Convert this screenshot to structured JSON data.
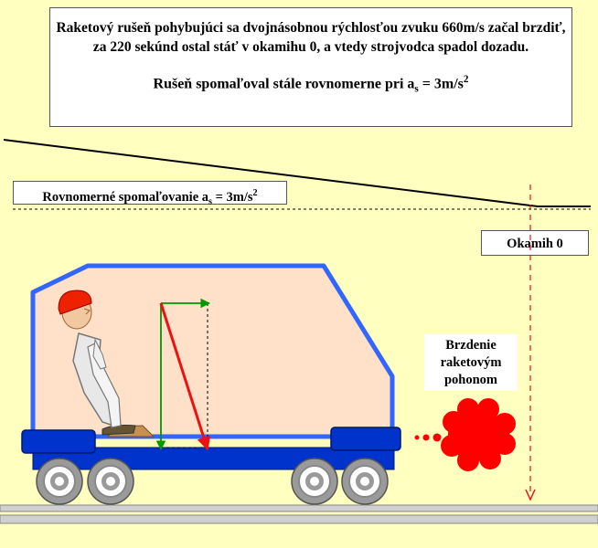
{
  "title": {
    "line1": "Raketový rušeň pohybujúci sa dvojnásobnou rýchlosťou zvuku 660m/s začal brzdiť,  za 220 sekúnd ostal stáť v okamihu 0, a vtedy strojvodca spadol dozadu.",
    "line2_prefix": "Rušeň spomaľoval stále rovnomerne pri a",
    "line2_sub": "s",
    "line2_mid": " = 3m/s",
    "line2_sup": "2"
  },
  "decel_label": {
    "prefix": "Rovnomerné spomaľovanie a",
    "sub": "s",
    "mid": " = 3m/s",
    "sup": "2"
  },
  "moment_label": "Okamih 0",
  "rocket_label": [
    "Brzdenie",
    "raketovým",
    "pohonom"
  ],
  "colors": {
    "background": "#ffffc0",
    "cab_fill": "#ffe0c8",
    "cab_outline": "#3366ff",
    "chassis": "#0033cc",
    "exhaust": "#ff0000",
    "vector_green": "#009900",
    "vector_red": "#ee1111",
    "moment_line": "#ee1111"
  }
}
